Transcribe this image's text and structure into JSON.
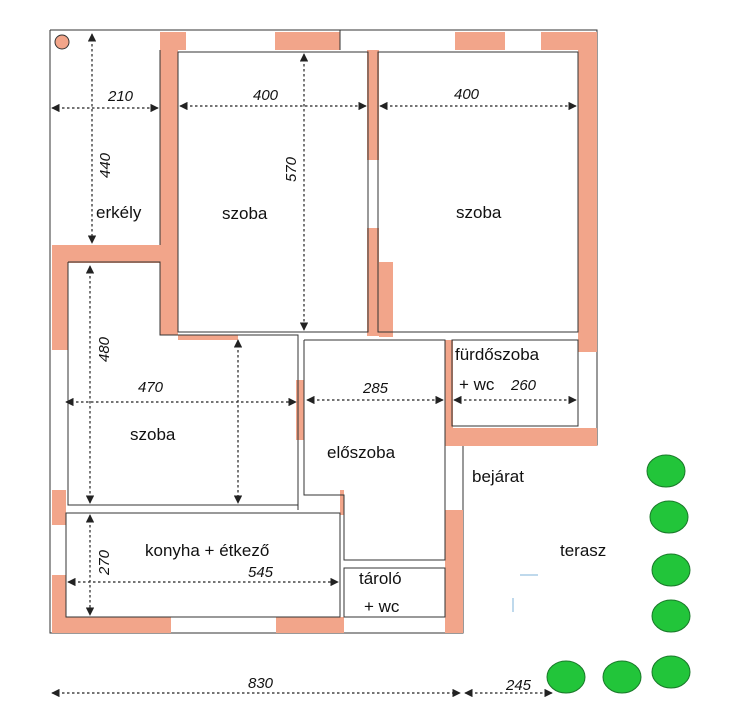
{
  "rooms": {
    "balcony": "erkély",
    "room_top_left": "szoba",
    "room_top_right": "szoba",
    "room_left": "szoba",
    "hall": "előszoba",
    "bathroom_line1": "fürdőszoba",
    "bathroom_line2": "+ wc",
    "kitchen": "konyha + étkező",
    "storage_line1": "tároló",
    "storage_line2": "+ wc",
    "entrance": "bejárat",
    "terrace": "terasz"
  },
  "dimensions": {
    "balcony_width": "210",
    "balcony_height": "440",
    "room_top_left_width": "400",
    "room_top_left_height": "570",
    "room_top_right_width": "400",
    "room_left_width": "470",
    "room_left_height": "480",
    "hall_width": "285",
    "bathroom_width": "260",
    "kitchen_width": "545",
    "kitchen_height": "270",
    "total_width": "830",
    "terrace_width": "245"
  },
  "colors": {
    "wall": "#f2a58a",
    "tree": "#22c53a",
    "outline": "#333333"
  }
}
